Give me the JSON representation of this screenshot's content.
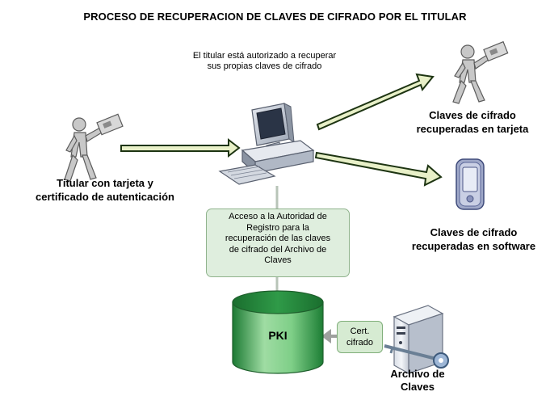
{
  "title": "PROCESO DE RECUPERACION DE CLAVES DE CIFRADO POR EL TITULAR",
  "note": {
    "line1": "El titular está autorizado a recuperar",
    "line2": "sus propias claves de cifrado"
  },
  "titular": {
    "line1": "Titular con tarjeta y",
    "line2": "certificado de autenticación"
  },
  "card_recovered": {
    "line1": "Claves de cifrado",
    "line2": "recuperadas en tarjeta"
  },
  "software_recovered": {
    "line1": "Claves de cifrado",
    "line2": "recuperadas en software"
  },
  "registration_access": {
    "line1": "Acceso a la Autoridad de",
    "line2": "Registro para la",
    "line3": "recuperación de las claves",
    "line4": "de cifrado del Archivo de",
    "line5": "Claves"
  },
  "pki_label": "PKI",
  "cert": {
    "line1": "Cert.",
    "line2": "cifrado"
  },
  "key_archive": {
    "line1": "Archivo de",
    "line2": "Claves"
  },
  "icons": [
    "person-with-card-icon",
    "desktop-computer-icon",
    "pda-icon",
    "database-cylinder-icon",
    "server-tower-icon",
    "key-icon"
  ],
  "colors": {
    "arrow_fill": "#e8f0c8",
    "arrow_stroke": "#1d3412",
    "db_body": "#2d9a48",
    "db_top": "#1f7a36",
    "callout_bg": "#dfeede"
  }
}
